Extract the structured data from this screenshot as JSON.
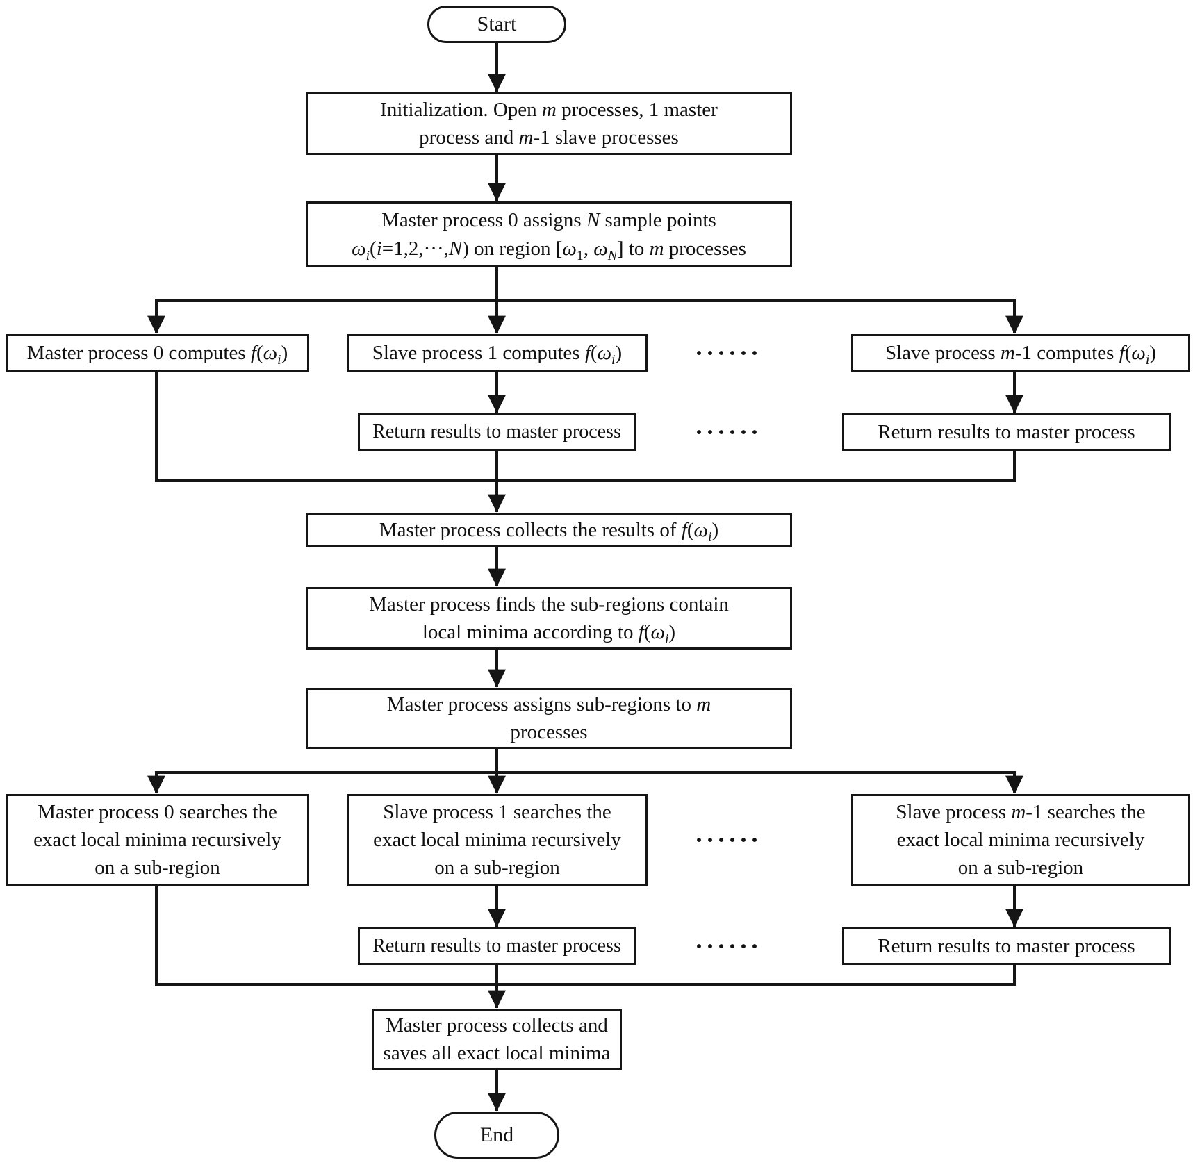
{
  "diagram_title": "Parallel master-slave local minima search flowchart",
  "colors": {
    "line": "#151515",
    "box_background": "#ffffff",
    "text": "#111111"
  },
  "dots": "······",
  "nodes": {
    "start": {
      "label": "Start"
    },
    "end": {
      "label": "End"
    },
    "init": {
      "rich": [
        {
          "t": "Initialization. Open "
        },
        {
          "t": "m",
          "i": true
        },
        {
          "t": " processes, 1 master"
        },
        {
          "br": true
        },
        {
          "t": "process and "
        },
        {
          "t": "m",
          "i": true
        },
        {
          "t": "-1 slave processes"
        }
      ]
    },
    "assign_points": {
      "rich": [
        {
          "t": "Master process 0 assigns "
        },
        {
          "t": "N",
          "i": true
        },
        {
          "t": " sample points"
        },
        {
          "br": true
        },
        {
          "t": "ω",
          "i": true
        },
        {
          "t": "i",
          "i": true,
          "sub": true
        },
        {
          "t": "("
        },
        {
          "t": "i",
          "i": true
        },
        {
          "t": "=1,2,···,"
        },
        {
          "t": "N",
          "i": true
        },
        {
          "t": ") on region ["
        },
        {
          "t": "ω",
          "i": true
        },
        {
          "t": "1",
          "sub": true
        },
        {
          "t": ", "
        },
        {
          "t": "ω",
          "i": true
        },
        {
          "t": "N",
          "i": true,
          "sub": true
        },
        {
          "t": "] to "
        },
        {
          "t": "m",
          "i": true
        },
        {
          "t": " processes"
        }
      ]
    },
    "compute_master": {
      "rich": [
        {
          "t": "Master process 0 computes "
        },
        {
          "t": "f",
          "i": true
        },
        {
          "t": "("
        },
        {
          "t": "ω",
          "i": true
        },
        {
          "t": "i",
          "i": true,
          "sub": true
        },
        {
          "t": ")"
        }
      ]
    },
    "compute_slave1": {
      "rich": [
        {
          "t": "Slave process 1 computes "
        },
        {
          "t": "f",
          "i": true
        },
        {
          "t": "("
        },
        {
          "t": "ω",
          "i": true
        },
        {
          "t": "i",
          "i": true,
          "sub": true
        },
        {
          "t": ")"
        }
      ]
    },
    "compute_slave_m": {
      "rich": [
        {
          "t": "Slave process "
        },
        {
          "t": "m",
          "i": true
        },
        {
          "t": "-1 computes "
        },
        {
          "t": "f",
          "i": true
        },
        {
          "t": "("
        },
        {
          "t": "ω",
          "i": true
        },
        {
          "t": "i",
          "i": true,
          "sub": true
        },
        {
          "t": ")"
        }
      ]
    },
    "return1_mid": {
      "label": "Return results to master process"
    },
    "return1_right": {
      "label": "Return results to master process"
    },
    "collect_results": {
      "rich": [
        {
          "t": "Master process collects the results of "
        },
        {
          "t": "f",
          "i": true
        },
        {
          "t": "("
        },
        {
          "t": "ω",
          "i": true
        },
        {
          "t": "i",
          "i": true,
          "sub": true
        },
        {
          "t": ")"
        }
      ]
    },
    "find_subregions": {
      "rich": [
        {
          "t": "Master process finds the sub-regions contain"
        },
        {
          "br": true
        },
        {
          "t": "local minima according to "
        },
        {
          "t": "f",
          "i": true
        },
        {
          "t": "("
        },
        {
          "t": "ω",
          "i": true
        },
        {
          "t": "i",
          "i": true,
          "sub": true
        },
        {
          "t": ")"
        }
      ]
    },
    "assign_subregions": {
      "rich": [
        {
          "t": "Master process assigns sub-regions to "
        },
        {
          "t": "m",
          "i": true
        },
        {
          "br": true
        },
        {
          "t": "processes"
        }
      ]
    },
    "search_master": {
      "rich": [
        {
          "t": "Master process 0 searches the"
        },
        {
          "br": true
        },
        {
          "t": "exact local minima recursively"
        },
        {
          "br": true
        },
        {
          "t": "on a sub-region"
        }
      ]
    },
    "search_slave1": {
      "rich": [
        {
          "t": "Slave process 1 searches the"
        },
        {
          "br": true
        },
        {
          "t": "exact local minima recursively"
        },
        {
          "br": true
        },
        {
          "t": "on a sub-region"
        }
      ]
    },
    "search_slave_m": {
      "rich": [
        {
          "t": "Slave process "
        },
        {
          "t": "m",
          "i": true
        },
        {
          "t": "-1 searches the"
        },
        {
          "br": true
        },
        {
          "t": "exact local minima recursively"
        },
        {
          "br": true
        },
        {
          "t": "on a sub-region"
        }
      ]
    },
    "return2_mid": {
      "label": "Return results to master process"
    },
    "return2_right": {
      "label": "Return results to master process"
    },
    "collect_save": {
      "rich": [
        {
          "t": "Master process collects and"
        },
        {
          "br": true
        },
        {
          "t": "saves all exact local minima"
        }
      ]
    },
    "ellipsis_compute": {
      "label": "······"
    },
    "ellipsis_return1": {
      "label": "······"
    },
    "ellipsis_search": {
      "label": "······"
    },
    "ellipsis_return2": {
      "label": "······"
    }
  },
  "edges": [
    {
      "from": "start",
      "to": "init"
    },
    {
      "from": "init",
      "to": "assign_points"
    },
    {
      "from": "assign_points",
      "to": "compute_master"
    },
    {
      "from": "assign_points",
      "to": "compute_slave1"
    },
    {
      "from": "assign_points",
      "to": "compute_slave_m"
    },
    {
      "from": "compute_slave1",
      "to": "return1_mid"
    },
    {
      "from": "compute_slave_m",
      "to": "return1_right"
    },
    {
      "from": "compute_master",
      "to": "collect_results"
    },
    {
      "from": "return1_mid",
      "to": "collect_results"
    },
    {
      "from": "return1_right",
      "to": "collect_results"
    },
    {
      "from": "collect_results",
      "to": "find_subregions"
    },
    {
      "from": "find_subregions",
      "to": "assign_subregions"
    },
    {
      "from": "assign_subregions",
      "to": "search_master"
    },
    {
      "from": "assign_subregions",
      "to": "search_slave1"
    },
    {
      "from": "assign_subregions",
      "to": "search_slave_m"
    },
    {
      "from": "search_slave1",
      "to": "return2_mid"
    },
    {
      "from": "search_slave_m",
      "to": "return2_right"
    },
    {
      "from": "search_master",
      "to": "collect_save"
    },
    {
      "from": "return2_mid",
      "to": "collect_save"
    },
    {
      "from": "return2_right",
      "to": "collect_save"
    },
    {
      "from": "collect_save",
      "to": "end"
    }
  ]
}
